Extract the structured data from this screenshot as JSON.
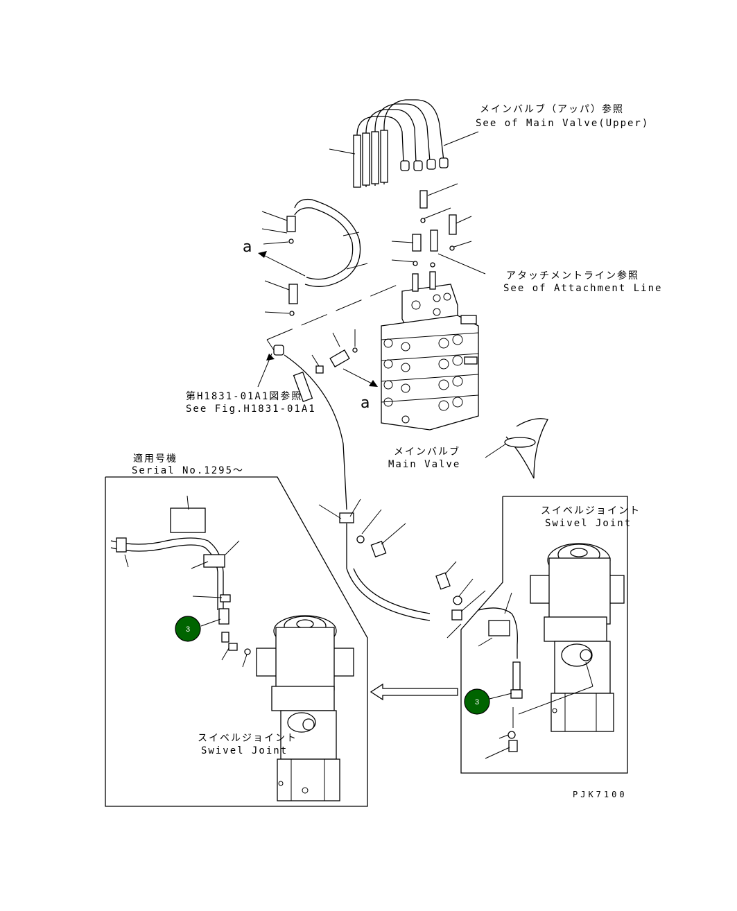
{
  "labels": {
    "main_valve_upper_jp": "メインバルブ（アッパ）参照",
    "main_valve_upper_en": "See of Main Valve(Upper)",
    "attachment_line_jp": "アタッチメントライン参照",
    "attachment_line_en": "See of Attachment Line",
    "fig_ref_jp": "第H1831-01A1図参照",
    "fig_ref_en": "See Fig.H1831-01A1",
    "main_valve_jp": "メインバルブ",
    "main_valve_en": "Main Valve",
    "serial_jp": "適用号機",
    "serial_en": "Serial No.1295～",
    "swivel_left_jp": "スイベルジョイント",
    "swivel_left_en": "Swivel Joint",
    "swivel_right_jp": "スイベルジョイント",
    "swivel_right_en": "Swivel Joint",
    "marker_a_top": "a",
    "marker_a_bottom": "a",
    "drawing_code": "PJK7100"
  },
  "callouts": [
    {
      "number": "3",
      "color": "#006400"
    },
    {
      "number": "3",
      "color": "#006400"
    }
  ]
}
